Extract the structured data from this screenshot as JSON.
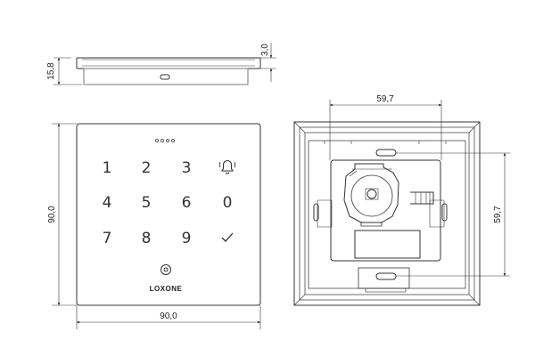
{
  "dimensions": {
    "top_thickness": "3,0",
    "top_height": "15,8",
    "front_height": "90,0",
    "front_width": "90,0",
    "back_width": "59,7",
    "back_height": "59,7"
  },
  "keypad": {
    "keys": [
      "1",
      "2",
      "3",
      "bell",
      "4",
      "5",
      "6",
      "0",
      "7",
      "8",
      "9",
      "check"
    ],
    "brand": "LOXONE"
  }
}
